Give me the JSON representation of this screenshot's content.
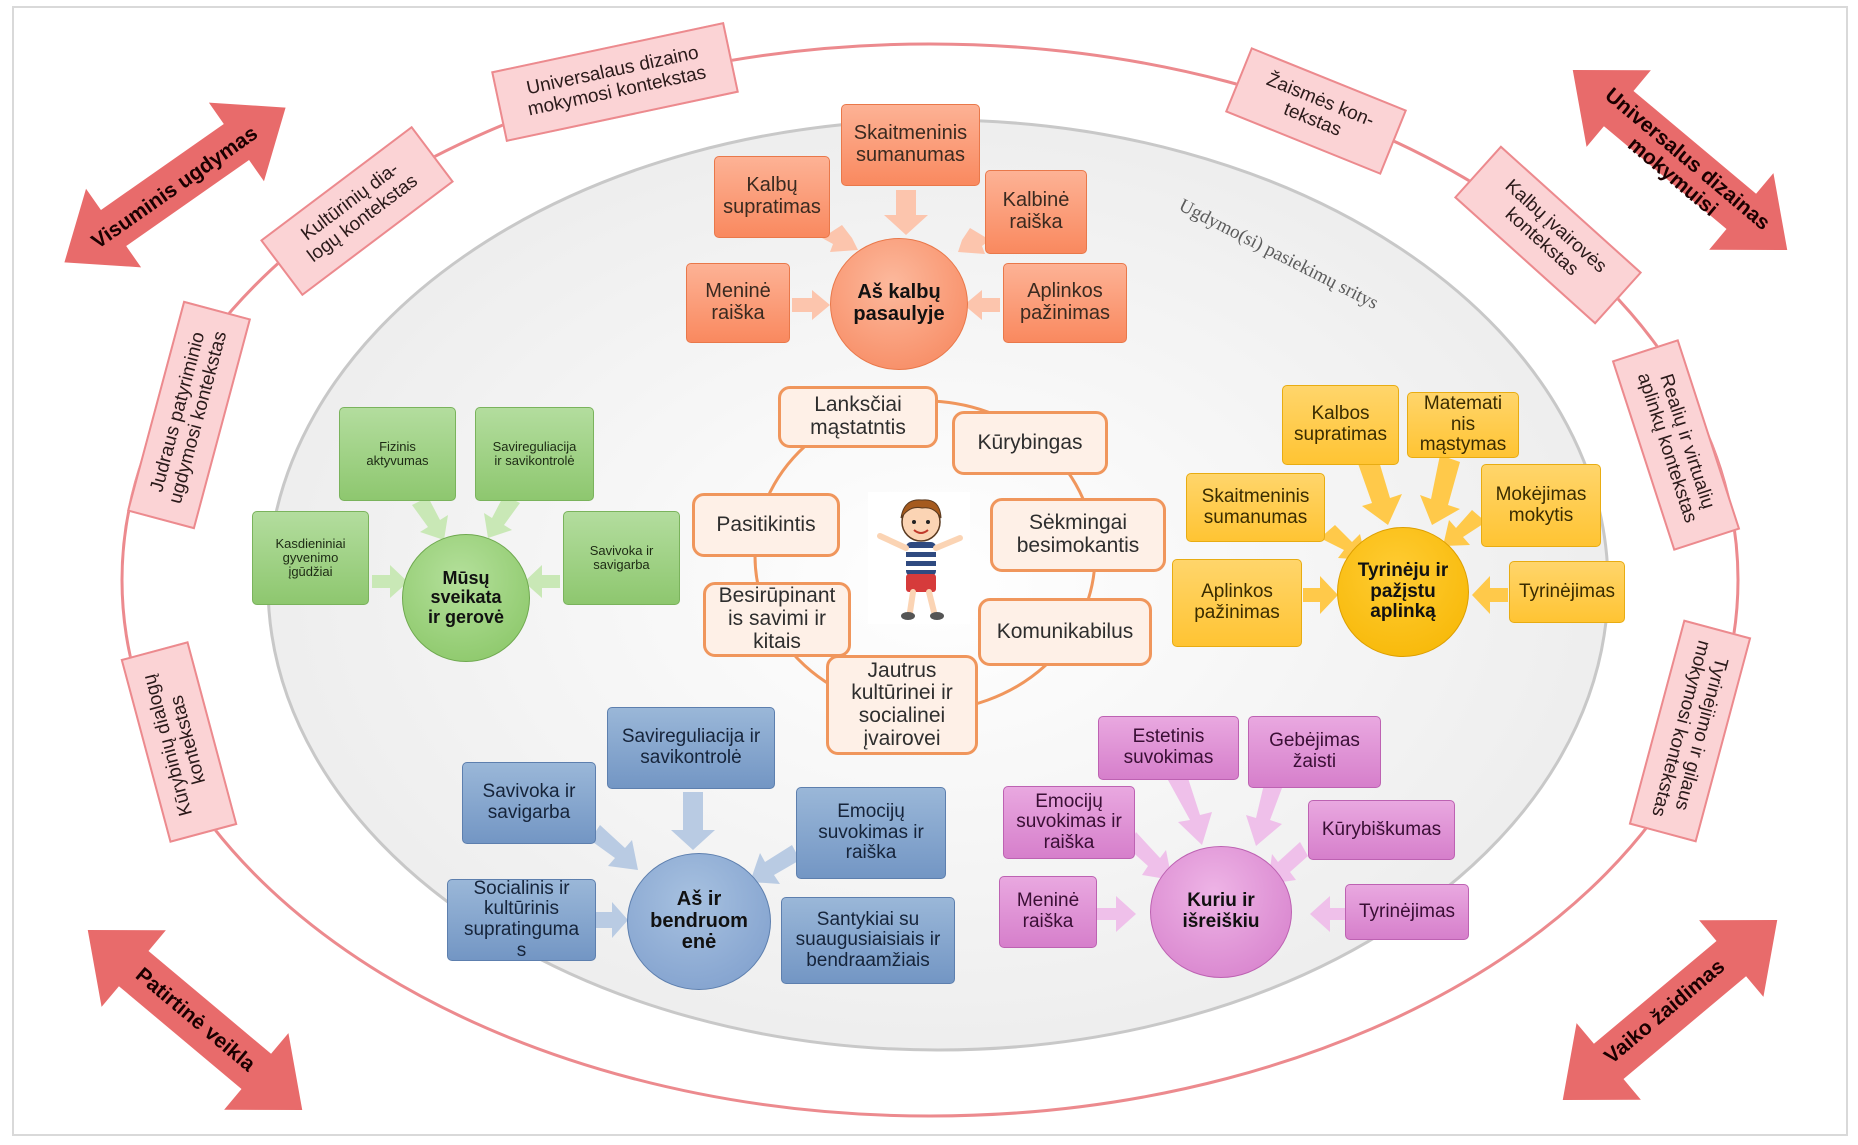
{
  "outer_ring": {
    "color": "#ec8a8e",
    "corner_arrows": {
      "top_left": "Visuminis ugdymas",
      "top_right": "Universalus dizainas mokymuisi",
      "bottom_left": "Patirtinė veikla",
      "bottom_right": "Vaiko žaidimas"
    },
    "contexts": {
      "top_center": "Universalaus dizaino\nmokymosi kontekstas",
      "kultur": "Kultūrinių dia-\nlogų kontekstas",
      "judraus": "Judraus patyriminio\nugdymosi kontekstas",
      "kurybiniu": "Kūrybinių dialogų\nkontekstas",
      "zaismes": "Žaismės kon-\ntekstas",
      "kalbu": "Kalbų įvairovės\nkontekstas",
      "realiu": "Realių ir virtualių\naplinkų kontekstas",
      "tyrinejimo": "Tyrinėjimo ir gilaus\nmokymosi kontekstas"
    }
  },
  "areas_label": "Ugdymo(si) pasiekimų sritys",
  "traits": {
    "lanksciai": "Lanksčiai\nmąstatntis",
    "kurybingas": "Kūrybingas",
    "pasitikintis": "Pasitikintis",
    "sekmingai": "Sėkmingai\nbesimokantis",
    "besirupinantis": "Besirūpinant\nis savimi ir\nkitais",
    "komunikabilus": "Komunikabilus",
    "jautrus": "Jautrus\nkultūrinei ir\nsocialinei\nįvairovei"
  },
  "clusters": {
    "kalbu": {
      "center": "Aš kalbų\npasaulyje",
      "items": [
        "Skaitmeninis\nsumanumas",
        "Kalbų\nsupratimas",
        "Kalbinė\nraiška",
        "Meninė\nraiška",
        "Aplinkos\npažinimas"
      ]
    },
    "sveikata": {
      "center": "Mūsų\nsveikata\nir gerovė",
      "items": [
        "Fizinis\naktyvumas",
        "Savireguliacija\nir savikontrolė",
        "Kasdieniniai\ngyvenimo\nįgūdžiai",
        "Savivoka ir\nsavigarba"
      ]
    },
    "tyrineju": {
      "center": "Tyrinėju ir\npažįstu\naplinką",
      "items": [
        "Kalbos\nsupratimas",
        "Matemati\nnis\nmąstymas",
        "Skaitmeninis\nsumanumas",
        "Mokėjimas\nmokytis",
        "Aplinkos\npažinimas",
        "Tyrinėjimas"
      ]
    },
    "bendruomene": {
      "center": "Aš ir\nbendruom\nenė",
      "items": [
        "Savireguliacija ir\nsavikontrolė",
        "Savivoka ir\nsavigarba",
        "Emocijų\nsuvokimas ir\nraiška",
        "Socialinis ir\nkultūrinis\nsupratinguma\ns",
        "Santykiai su\nsuaugusiaisiais ir\nbendraamžiais"
      ]
    },
    "kuriu": {
      "center": "Kuriu ir\nišreiškiu",
      "items": [
        "Estetinis\nsuvokimas",
        "Gebėjimas\nžaisti",
        "Emocijų\nsuvokimas ir\nraiška",
        "Kūrybiškumas",
        "Meninė\nraiška",
        "Tyrinėjimas"
      ]
    }
  }
}
